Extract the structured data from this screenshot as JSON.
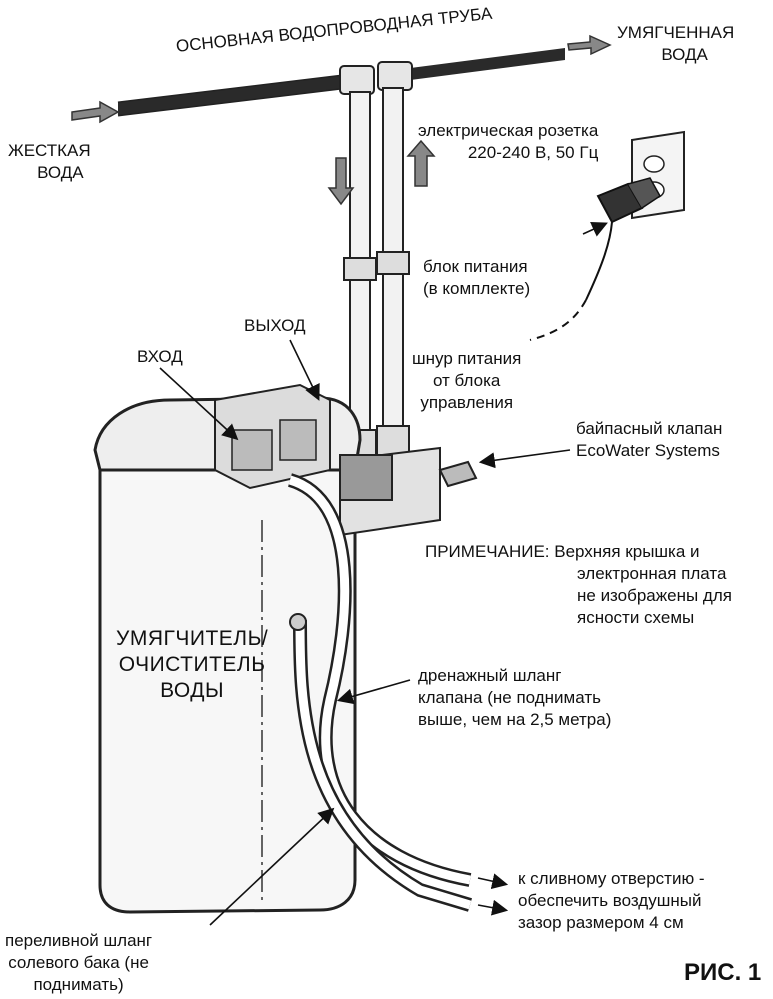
{
  "labels": {
    "main_pipe": "ОСНОВНАЯ ВОДОПРОВОДНАЯ ТРУБА",
    "soft_water": [
      "УМЯГЧЕННАЯ",
      "ВОДА"
    ],
    "hard_water": [
      "ЖЕСТКАЯ",
      "ВОДА"
    ],
    "outlet_socket": [
      "электрическая розетка",
      "220-240 В, 50 Гц"
    ],
    "power_unit": [
      "блок питания",
      "(в комплекте)"
    ],
    "power_cord": [
      "шнур питания",
      "от блока",
      "управления"
    ],
    "inlet": "ВХОД",
    "outlet": "ВЫХОД",
    "bypass_valve": [
      "байпасный клапан",
      "EcoWater Systems"
    ],
    "note": [
      "ПРИМЕЧАНИЕ: Верхняя крышка и",
      "электронная плата",
      "не изображены для",
      "ясности схемы"
    ],
    "softener": [
      "УМЯГЧИТЕЛЬ/",
      "ОЧИСТИТЕЛЬ",
      "ВОДЫ"
    ],
    "drain_hose": [
      "дренажный шланг",
      "клапана (не поднимать",
      "выше, чем на 2,5 метра)"
    ],
    "drain_outlet": [
      "к сливному отверстию -",
      "обеспечить воздушный",
      "зазор размером 4 см"
    ],
    "overflow_hose": [
      "переливной шланг",
      "солевого бака (не",
      "поднимать)"
    ],
    "figure": "РИС. 1"
  }
}
